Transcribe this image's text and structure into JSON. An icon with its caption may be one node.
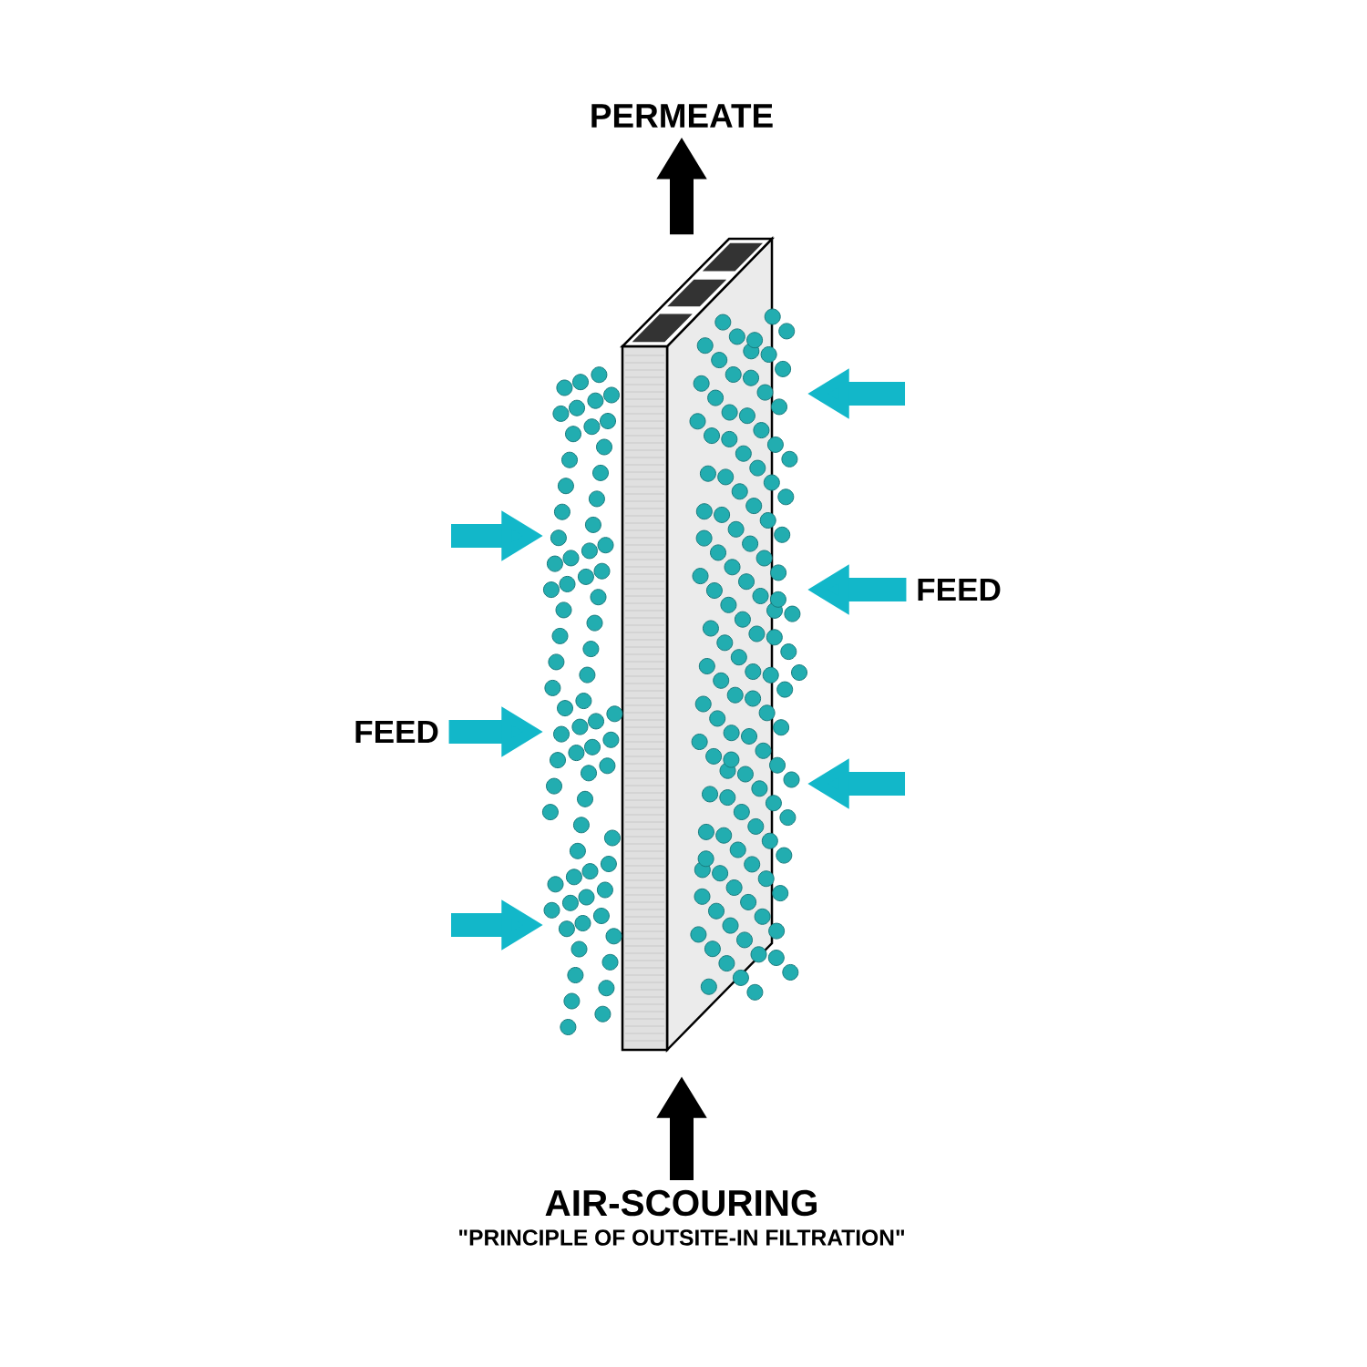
{
  "diagram": {
    "caption": "\"PRINCIPLE OF OUTSITE-IN FILTRATION\"",
    "nodes": [
      {
        "text": [
          "PERMEATE"
        ]
      },
      {
        "text": [],
        "shape": "picture"
      },
      {
        "text": [
          "FEED"
        ]
      },
      {
        "text": [
          "FEED"
        ]
      },
      {
        "text": [
          "AIR-SCOURING"
        ]
      }
    ],
    "edges": [
      {
        "from": 1,
        "to": 0,
        "arrow": "to",
        "color": "#000000"
      },
      {
        "from": 4,
        "to": 1,
        "arrow": "to",
        "color": "#000000"
      },
      {
        "from": null,
        "to": 1,
        "arrow": "to"
      },
      {
        "from": 2,
        "to": 1,
        "arrow": "to"
      },
      {
        "from": null,
        "to": 1,
        "arrow": "to"
      },
      {
        "from": null,
        "to": 1,
        "arrow": "to"
      },
      {
        "from": 3,
        "to": 1,
        "arrow": "to"
      },
      {
        "from": null,
        "to": 1,
        "arrow": "to"
      }
    ]
  }
}
